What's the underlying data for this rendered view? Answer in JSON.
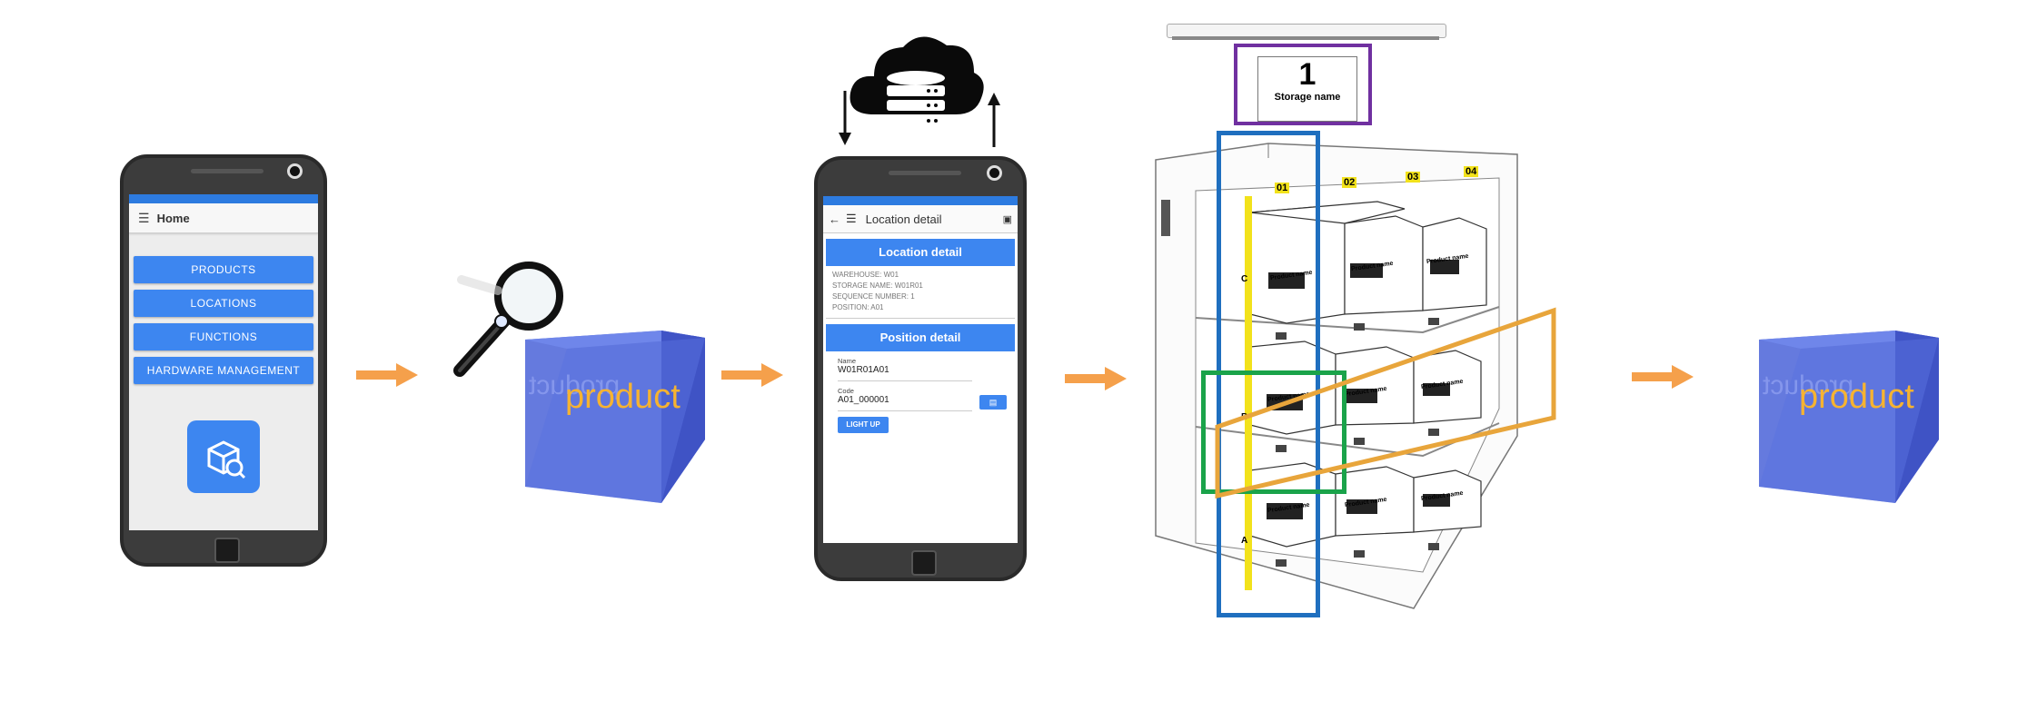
{
  "phone1": {
    "title": "Home",
    "buttons": [
      "PRODUCTS",
      "LOCATIONS",
      "FUNCTIONS",
      "HARDWARE MANAGEMENT"
    ]
  },
  "product_cube": {
    "label": "product",
    "mirrored_label": "product"
  },
  "phone2": {
    "title": "Location detail",
    "section1": "Location detail",
    "details": [
      "WAREHOUSE: W01",
      "STORAGE NAME: W01R01",
      "SEQUENCE NUMBER: 1",
      "POSITION: A01"
    ],
    "section2": "Position detail",
    "name_label": "Name",
    "name_value": "W01R01A01",
    "code_label": "Code",
    "code_value": "A01_000001",
    "button": "LIGHT UP"
  },
  "shelf": {
    "display_number": "1",
    "display_name": "Storage name",
    "columns": [
      "01",
      "02",
      "03",
      "04"
    ],
    "rows": [
      "C",
      "B",
      "A"
    ],
    "box_label": "Product name"
  },
  "colors": {
    "accent_blue": "#3d86f0",
    "arrow_orange": "#f5a04b",
    "frame_purple": "#7030a0",
    "frame_blue": "#1f6fbf",
    "frame_green": "#1aa34a",
    "frame_orange": "#e8a53b",
    "light_yellow": "#f2e21b"
  }
}
